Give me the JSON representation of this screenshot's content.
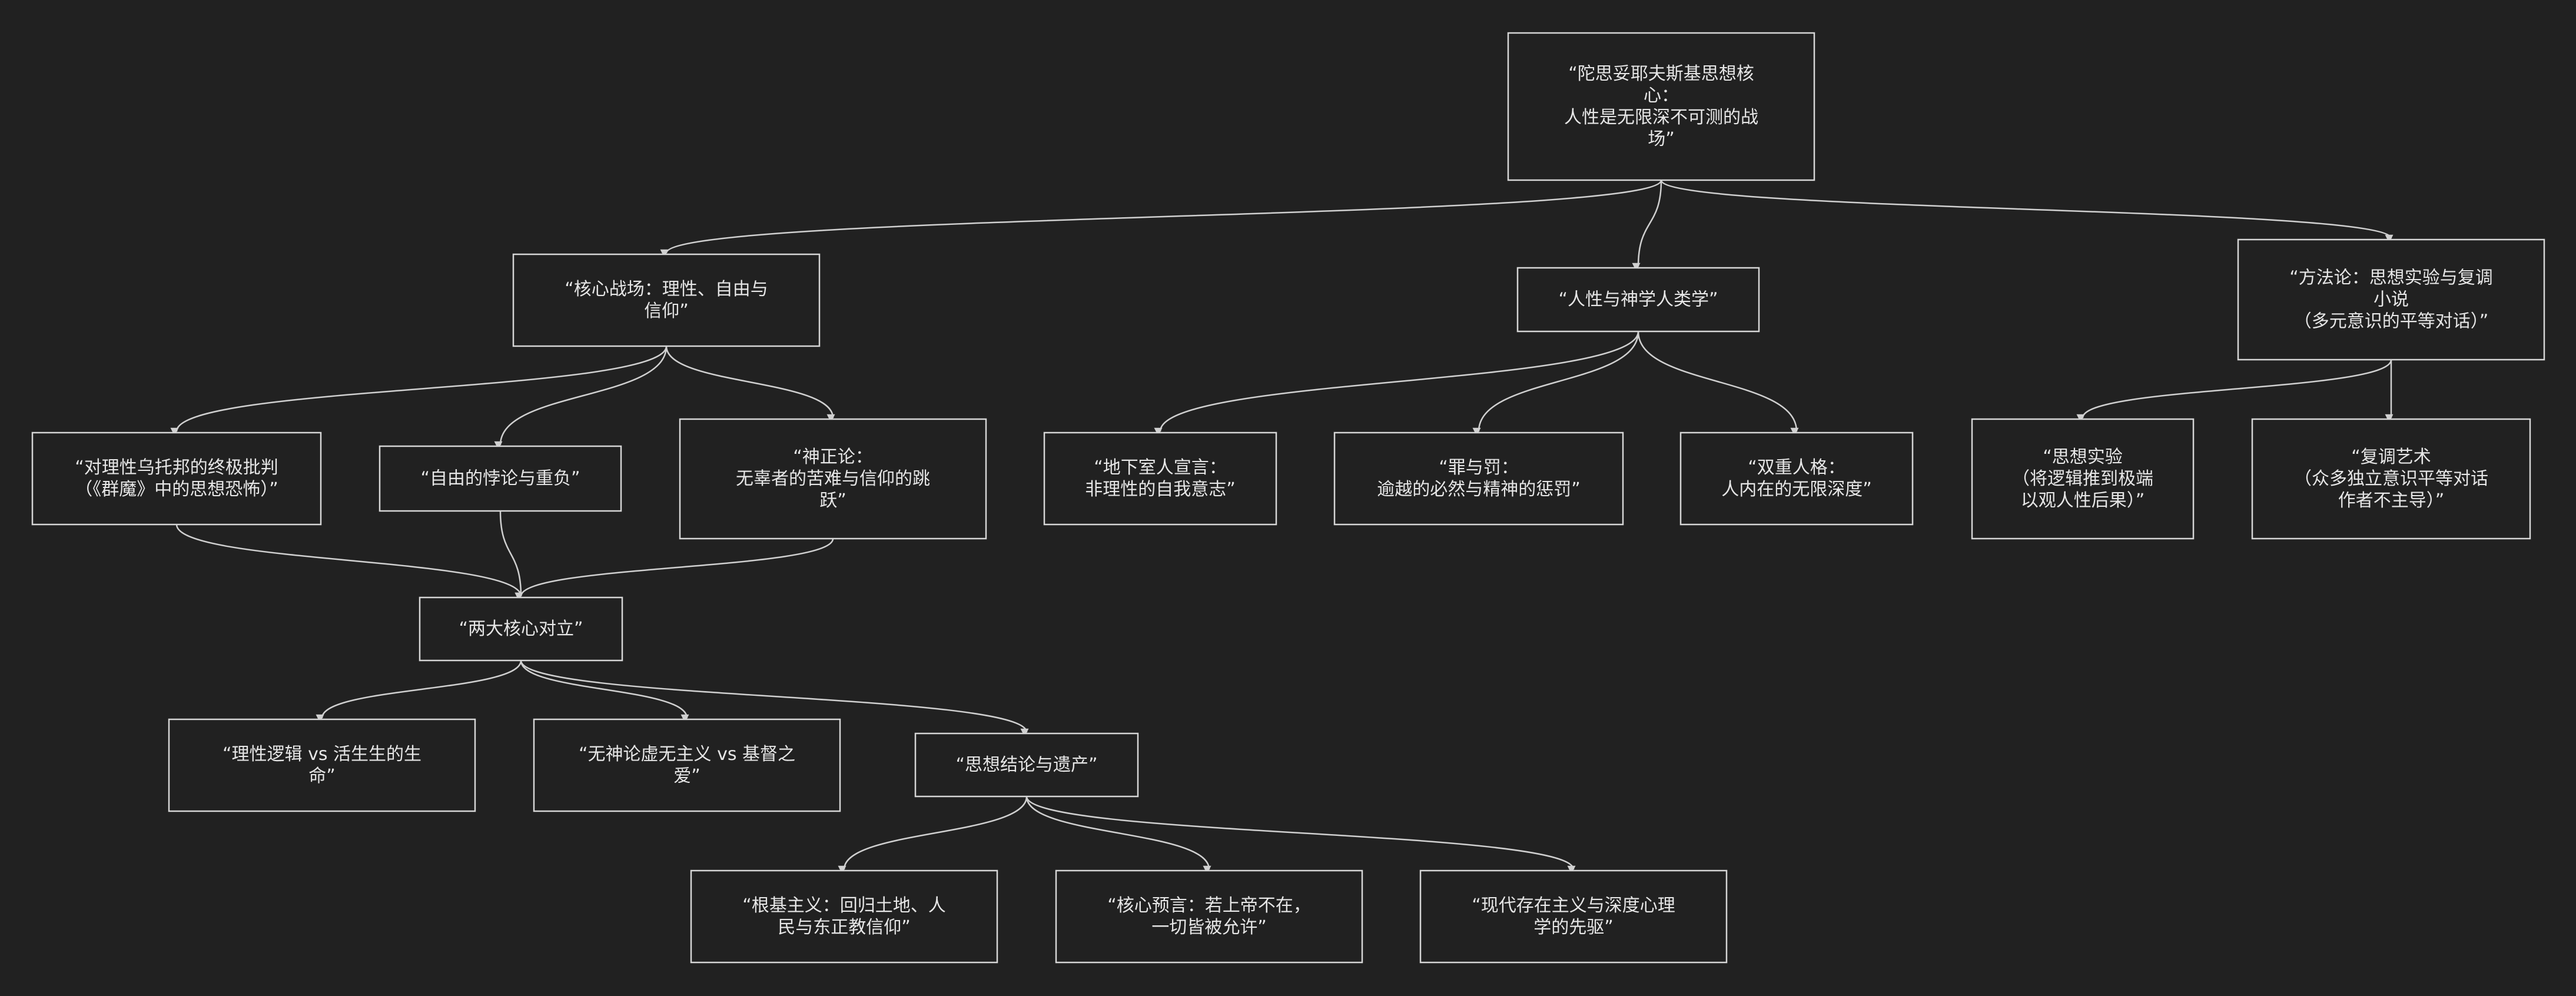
{
  "diagram": {
    "type": "flowchart",
    "nodes": [
      {
        "id": "root",
        "lines": [
          "“陀思妥耶夫斯基思想核",
          "心：",
          "人性是无限深不可测的战",
          "场”"
        ]
      },
      {
        "id": "battle",
        "lines": [
          "“核心战场：理性、自由与",
          "信仰”"
        ]
      },
      {
        "id": "anthro",
        "lines": [
          "“人性与神学人类学”"
        ]
      },
      {
        "id": "method",
        "lines": [
          "“方法论：思想实验与复调",
          "小说",
          "（多元意识的平等对话）”"
        ]
      },
      {
        "id": "utopia",
        "lines": [
          "“对理性乌托邦的终极批判",
          "（《群魔》中的思想恐怖）”"
        ]
      },
      {
        "id": "freedom",
        "lines": [
          "“自由的悖论与重负”"
        ]
      },
      {
        "id": "theodicy",
        "lines": [
          "“神正论：",
          "无辜者的苦难与信仰的跳",
          "跃”"
        ]
      },
      {
        "id": "underground",
        "lines": [
          "“地下室人宣言：",
          "非理性的自我意志”"
        ]
      },
      {
        "id": "crime",
        "lines": [
          "“罪与罚：",
          "逾越的必然与精神的惩罚”"
        ]
      },
      {
        "id": "double",
        "lines": [
          "“双重人格：",
          "人内在的无限深度”"
        ]
      },
      {
        "id": "experiment",
        "lines": [
          "“思想实验",
          "（将逻辑推到极端",
          "以观人性后果）”"
        ]
      },
      {
        "id": "polyphony",
        "lines": [
          "“复调艺术",
          "（众多独立意识平等对话",
          "作者不主导）”"
        ]
      },
      {
        "id": "opposition",
        "lines": [
          "“两大核心对立”"
        ]
      },
      {
        "id": "logic_vs_life",
        "lines": [
          "“理性逻辑 vs 活生生的生",
          "命”"
        ]
      },
      {
        "id": "nihilism_vs_love",
        "lines": [
          "“无神论虚无主义 vs 基督之",
          "爱”"
        ]
      },
      {
        "id": "legacy",
        "lines": [
          "“思想结论与遗产”"
        ]
      },
      {
        "id": "soil",
        "lines": [
          "“根基主义：回归土地、人",
          "民与东正教信仰”"
        ]
      },
      {
        "id": "prophecy",
        "lines": [
          "“核心预言：若上帝不在，",
          "一切皆被允许”"
        ]
      },
      {
        "id": "modern",
        "lines": [
          "“现代存在主义与深度心理",
          "学的先驱”"
        ]
      }
    ],
    "edges": [
      {
        "from": "root",
        "to": "battle"
      },
      {
        "from": "root",
        "to": "anthro"
      },
      {
        "from": "root",
        "to": "method"
      },
      {
        "from": "battle",
        "to": "utopia"
      },
      {
        "from": "battle",
        "to": "freedom"
      },
      {
        "from": "battle",
        "to": "theodicy"
      },
      {
        "from": "anthro",
        "to": "underground"
      },
      {
        "from": "anthro",
        "to": "crime"
      },
      {
        "from": "anthro",
        "to": "double"
      },
      {
        "from": "method",
        "to": "experiment"
      },
      {
        "from": "method",
        "to": "polyphony"
      },
      {
        "from": "utopia",
        "to": "opposition"
      },
      {
        "from": "freedom",
        "to": "opposition"
      },
      {
        "from": "theodicy",
        "to": "opposition"
      },
      {
        "from": "opposition",
        "to": "logic_vs_life"
      },
      {
        "from": "opposition",
        "to": "nihilism_vs_love"
      },
      {
        "from": "opposition",
        "to": "legacy"
      },
      {
        "from": "legacy",
        "to": "soil"
      },
      {
        "from": "legacy",
        "to": "prophecy"
      },
      {
        "from": "legacy",
        "to": "modern"
      }
    ],
    "colors": {
      "background": "#212121",
      "node_border": "#d6d6d6",
      "text": "#e6e6e6",
      "edge": "#d0d0d0"
    }
  }
}
